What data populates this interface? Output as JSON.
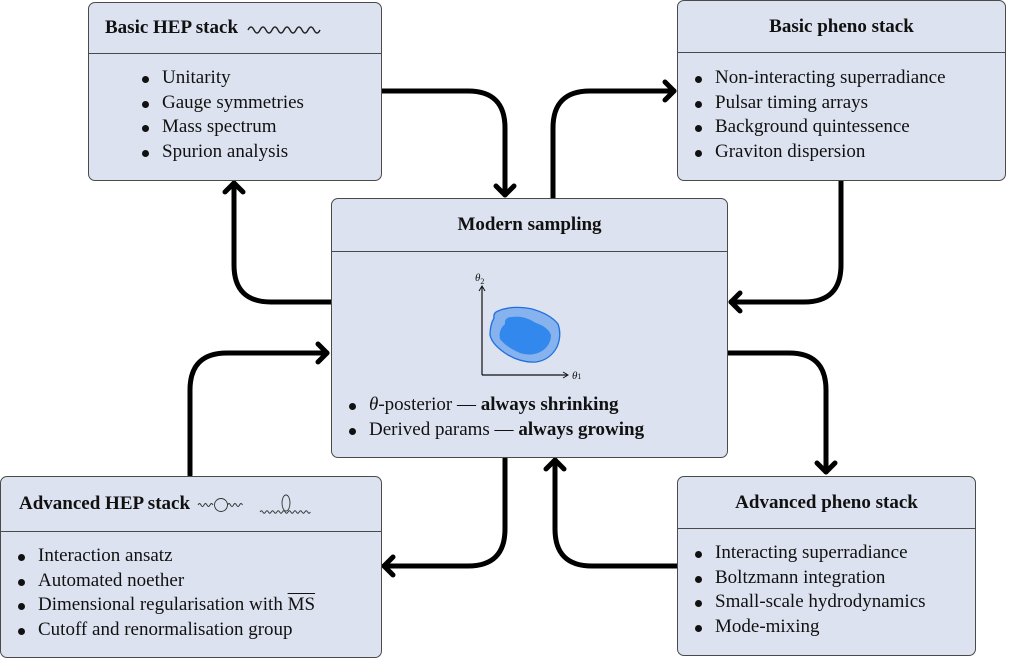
{
  "diagram": {
    "nodes": {
      "basic_hep": {
        "title": "Basic HEP stack",
        "title_icon": "wavy-propagator-icon",
        "items": [
          "Unitarity",
          "Gauge symmetries",
          "Mass spectrum",
          "Spurion analysis"
        ]
      },
      "basic_pheno": {
        "title": "Basic pheno stack",
        "items": [
          "Non-interacting superradiance",
          "Pulsar timing arrays",
          "Background quintessence",
          "Graviton dispersion"
        ]
      },
      "modern_sampling": {
        "title": "Modern sampling",
        "plot": {
          "x_label_symbol": "θ",
          "x_label_sub": "1",
          "y_label_symbol": "θ",
          "y_label_sub": "2",
          "icon": "posterior-contour-icon",
          "inner_color": "#3388ee",
          "outer_color": "#86b2ee",
          "edge_color": "#1f6fe0"
        },
        "items": [
          {
            "prefix_math": "θ",
            "prefix": "-posterior — ",
            "bold": "always shrinking"
          },
          {
            "prefix_math": "",
            "prefix": "Derived params — ",
            "bold": "always growing"
          }
        ]
      },
      "advanced_hep": {
        "title": "Advanced HEP stack",
        "title_icons": [
          "loop-diagram-icon",
          "tadpole-diagram-icon"
        ],
        "items": [
          "Interaction ansatz",
          "Automated noether",
          "Dimensional regularisation with ",
          "Cutoff and renormalisation group"
        ],
        "item3_overline": "MS"
      },
      "advanced_pheno": {
        "title": "Advanced pheno stack",
        "items": [
          "Interacting superradiance",
          "Boltzmann integration",
          "Small-scale hydrodynamics",
          "Mode-mixing"
        ]
      }
    },
    "edges": [
      {
        "from": "basic_hep",
        "to": "modern_sampling"
      },
      {
        "from": "modern_sampling",
        "to": "basic_pheno"
      },
      {
        "from": "basic_pheno",
        "to": "modern_sampling"
      },
      {
        "from": "modern_sampling",
        "to": "advanced_pheno"
      },
      {
        "from": "advanced_pheno",
        "to": "modern_sampling"
      },
      {
        "from": "modern_sampling",
        "to": "advanced_hep"
      },
      {
        "from": "advanced_hep",
        "to": "modern_sampling"
      },
      {
        "from": "modern_sampling",
        "to": "basic_hep"
      }
    ],
    "colors": {
      "box_fill": "#dce2ef",
      "box_border": "#4a4a4a",
      "arrow": "#000000"
    }
  }
}
